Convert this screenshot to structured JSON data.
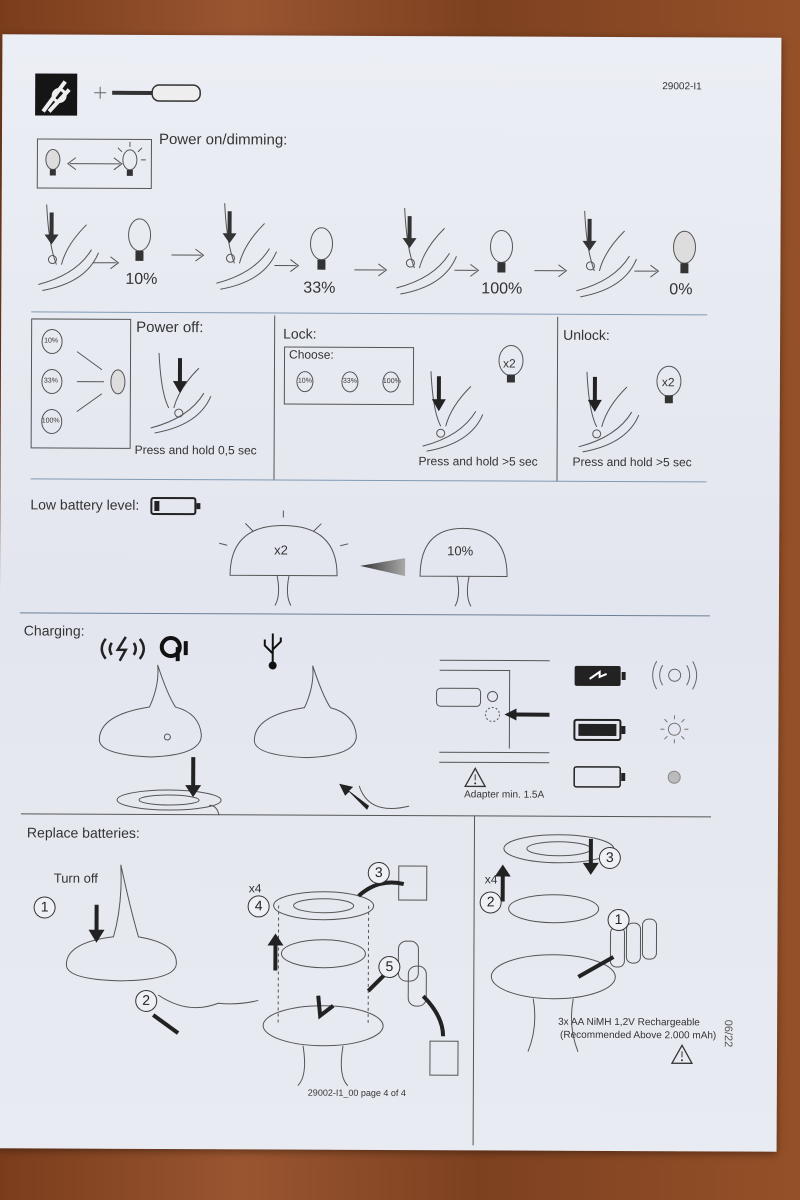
{
  "header": {
    "doc_code": "29002-I1"
  },
  "dimming": {
    "title": "Power on/dimming:",
    "steps": [
      "10%",
      "33%",
      "100%",
      "0%"
    ]
  },
  "power_off": {
    "title": "Power off:",
    "levels": [
      "10%",
      "33%",
      "100%"
    ],
    "instruction": "Press and hold 0,5 sec"
  },
  "lock": {
    "title": "Lock:",
    "choose": "Choose:",
    "levels": [
      "10%",
      "33%",
      "100%"
    ],
    "blink": "x2",
    "instruction": "Press and hold >5 sec"
  },
  "unlock": {
    "title": "Unlock:",
    "blink": "x2",
    "instruction": "Press and hold >5 sec"
  },
  "low_battery": {
    "title": "Low battery level:",
    "blink": "x2",
    "level": "10%"
  },
  "charging": {
    "title": "Charging:",
    "adapter_note": "Adapter min. 1.5A"
  },
  "replace": {
    "title": "Replace batteries:",
    "turn_off": "Turn off",
    "steps_left": [
      "1",
      "2",
      "3",
      "4",
      "5"
    ],
    "count": "x4",
    "steps_right": [
      "1",
      "2",
      "3"
    ],
    "battery_note_1": "3x AA NiMH 1,2V Rechargeable",
    "battery_note_2": "(Recommended Above 2.000 mAh)",
    "date": "06/22"
  },
  "footer": {
    "page": "29002-I1_00 page 4 of 4"
  }
}
